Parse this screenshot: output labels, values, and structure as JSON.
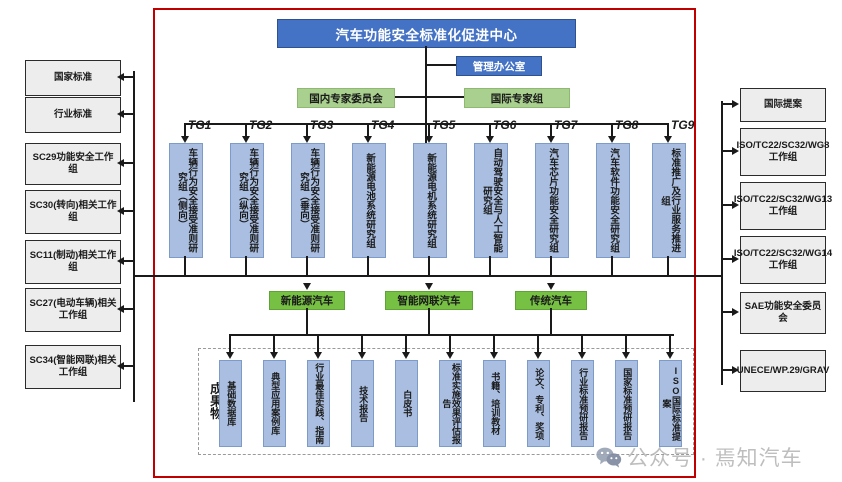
{
  "center": {
    "title": "汽车功能安全标准化促进中心",
    "office": "管理办公室",
    "expert_domestic": "国内专家委员会",
    "expert_international": "国际专家组"
  },
  "tg_groups": [
    {
      "tag": "TG1",
      "name": "车辆行为安全接受准则研究组（侧向）"
    },
    {
      "tag": "TG2",
      "name": "车辆行为安全接受准则研究组（纵向）"
    },
    {
      "tag": "TG3",
      "name": "车辆行为安全接受准则研究组（垂向）"
    },
    {
      "tag": "TG4",
      "name": "新能源电池系统研究组"
    },
    {
      "tag": "TG5",
      "name": "新能源电机系统研究组"
    },
    {
      "tag": "TG6",
      "name": "自动驾驶安全与人工智能研究组"
    },
    {
      "tag": "TG7",
      "name": "汽车芯片功能安全研究组"
    },
    {
      "tag": "TG8",
      "name": "汽车软件功能安全研究组"
    },
    {
      "tag": "TG9",
      "name": "标准推广及行业服务推进组"
    }
  ],
  "left_items": [
    {
      "label": "国家标准"
    },
    {
      "label": "行业标准"
    },
    {
      "label": "SC29功能安全工作组"
    },
    {
      "label": "SC30(转向)相关工作组"
    },
    {
      "label": "SC11(制动)相关工作组"
    },
    {
      "label": "SC27(电动车辆)相关工作组"
    },
    {
      "label": "SC34(智能网联)相关工作组"
    }
  ],
  "right_items": [
    {
      "label": "国际提案"
    },
    {
      "label": "ISO/TC22/SC32/WG8工作组"
    },
    {
      "label": "ISO/TC22/SC32/WG13工作组"
    },
    {
      "label": "ISO/TC22/SC32/WG14工作组"
    },
    {
      "label": "SAE功能安全委员会"
    },
    {
      "label": "UNECE/WP.29/GRAV"
    }
  ],
  "domains": [
    {
      "label": "新能源汽车"
    },
    {
      "label": "智能网联汽车"
    },
    {
      "label": "传统汽车"
    }
  ],
  "deliverables": {
    "label": "成果物",
    "items": [
      {
        "label": "基础数据库"
      },
      {
        "label": "典型应用案例库"
      },
      {
        "label": "行业最佳实践、指南"
      },
      {
        "label": "技术报告"
      },
      {
        "label": "白皮书"
      },
      {
        "label": "标准实施效果评估报告"
      },
      {
        "label": "书籍、培训教材"
      },
      {
        "label": "论文、专利、奖项"
      },
      {
        "label": "行业标准预研报告"
      },
      {
        "label": "国家标准预研报告"
      },
      {
        "label": "ISO国际标准提案"
      }
    ]
  },
  "watermark": {
    "text": "公众号 · 焉知汽车"
  },
  "colors": {
    "title_blue": "#4472C4",
    "tg_blue": "#A9BEE0",
    "expert_green": "#A9D08E",
    "domain_green": "#76C043",
    "frame_red": "#C00000",
    "side_gray": "#EDEDED"
  }
}
